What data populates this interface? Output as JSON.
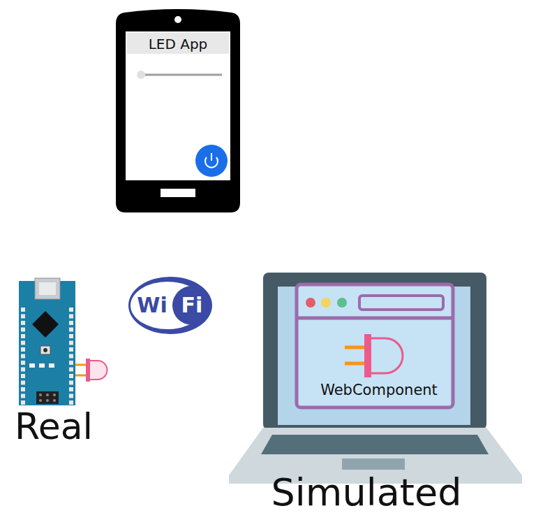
{
  "diagram": {
    "nodes": [
      {
        "text": [
          "LED App"
        ]
      },
      {
        "text": [
          "Wi",
          "Fi"
        ]
      },
      {
        "text": [
          "WebComponent"
        ]
      }
    ],
    "labels": [
      "Real",
      "Simulated"
    ]
  }
}
